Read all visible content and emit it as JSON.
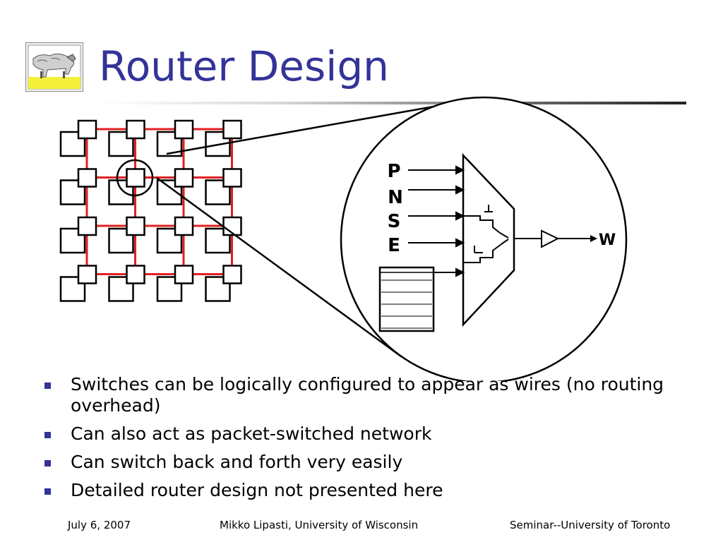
{
  "slide": {
    "title": "Router Design",
    "logo_icon": "cow-painting-logo-icon"
  },
  "diagram": {
    "grid_rows": 4,
    "grid_cols": 4,
    "link_color": "#e02020",
    "input_labels": [
      "P",
      "N",
      "S",
      "E"
    ],
    "output_label": "W"
  },
  "bullets": [
    "Switches can be logically configured to appear as wires (no routing overhead)",
    "Can also act as packet-switched network",
    "Can switch back and forth very easily",
    "Detailed router design not presented here"
  ],
  "footer": {
    "date": "July 6, 2007",
    "author": "Mikko Lipasti, University of Wisconsin",
    "event": "Seminar--University of Toronto"
  },
  "colors": {
    "title": "#333399",
    "bullet": "#333399"
  }
}
